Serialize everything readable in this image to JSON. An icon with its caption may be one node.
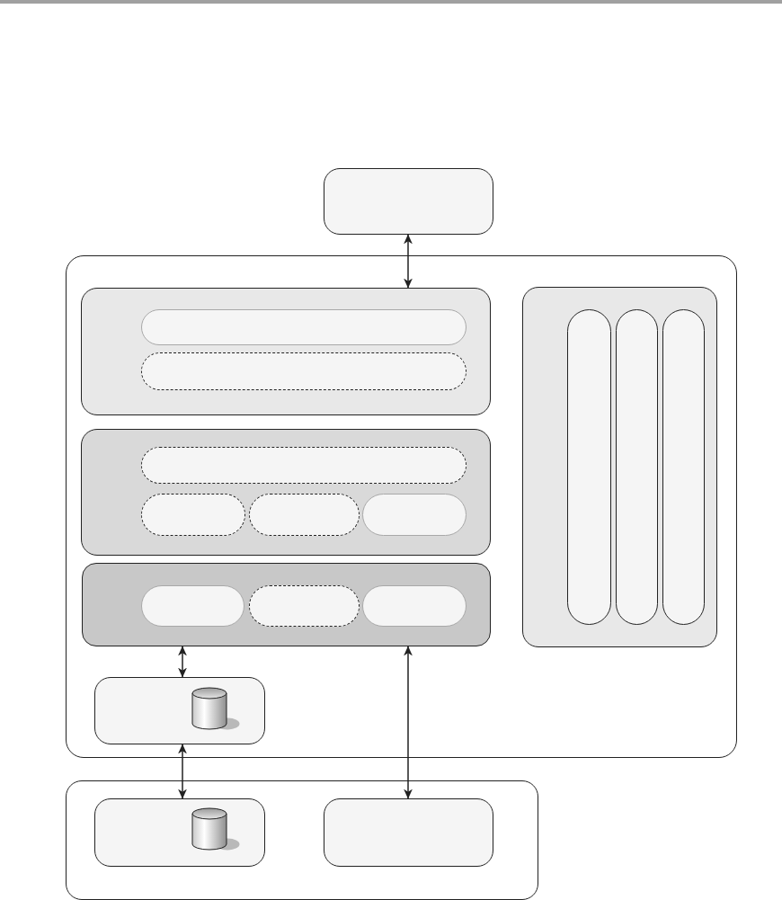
{
  "diagram": {
    "nodes": [
      {
        "text": [],
        "shape": "box"
      },
      {
        "text": [],
        "shape": "box"
      },
      {
        "text": [],
        "shape": "box",
        "in": 1
      },
      {
        "text": [],
        "shape": "box",
        "in": 2
      },
      {
        "text": [],
        "shape": "box",
        "in": 2
      },
      {
        "text": [],
        "shape": "box",
        "in": 1
      },
      {
        "text": [],
        "shape": "box",
        "in": 5
      },
      {
        "text": [],
        "shape": "box",
        "in": 5
      },
      {
        "text": [],
        "shape": "box",
        "in": 5
      },
      {
        "text": [],
        "shape": "box",
        "in": 5
      },
      {
        "text": [],
        "shape": "box",
        "in": 1
      },
      {
        "text": [],
        "shape": "box",
        "in": 10
      },
      {
        "text": [],
        "shape": "box",
        "in": 10
      },
      {
        "text": [],
        "shape": "box",
        "in": 10
      },
      {
        "text": [],
        "shape": "box",
        "in": 1
      },
      {
        "text": [],
        "shape": "box",
        "in": 14
      },
      {
        "text": [],
        "shape": "box",
        "in": 14
      },
      {
        "text": [],
        "shape": "box",
        "in": 14
      },
      {
        "text": [],
        "shape": "box",
        "in": 1
      },
      {
        "text": [],
        "shape": "cylinder",
        "in": 18
      },
      {
        "text": [],
        "shape": "box"
      },
      {
        "text": [],
        "shape": "box",
        "in": 20
      },
      {
        "text": [],
        "shape": "cylinder",
        "in": 21
      },
      {
        "text": [],
        "shape": "box",
        "in": 20
      }
    ],
    "edges": [
      {
        "from": 0,
        "to": 2,
        "arrow": "both"
      },
      {
        "from": 10,
        "to": 18,
        "arrow": "both"
      },
      {
        "from": 18,
        "to": 21,
        "arrow": "both"
      },
      {
        "from": 10,
        "to": 23,
        "arrow": "both"
      }
    ]
  }
}
